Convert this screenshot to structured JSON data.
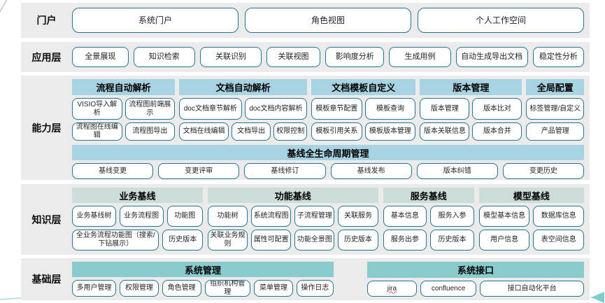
{
  "colors": {
    "band_bg": "#ebebeb",
    "capability_header_bg": "#a8d3e2",
    "knowledge_header_bg": "#ccdcd8",
    "foundation_header_bg": "#8accce",
    "node_border": "#2a7291",
    "arrow": "#7fcdd4"
  },
  "portal": {
    "label": "门户",
    "items": [
      "系统门户",
      "角色视图",
      "个人工作空间"
    ]
  },
  "application": {
    "label": "应用层",
    "items": [
      "全景展现",
      "知识检索",
      "关联识别",
      "关联视图",
      "影响度分析",
      "生成用例",
      "自动生成导出文档",
      "稳定性分析"
    ]
  },
  "capability": {
    "label": "能力层",
    "groups": [
      {
        "title": "流程自动解析",
        "row1": [
          "VISIO导入解析",
          "流程图前端展示"
        ],
        "row2": [
          "流程图在线编辑",
          "流程图导出"
        ]
      },
      {
        "title": "文档自动解析",
        "row1": [
          "doc文档章节解析",
          "doc文档内容解析"
        ],
        "row2": [
          "文档在线编辑",
          "文档导出",
          "权限控制"
        ]
      },
      {
        "title": "文档模板自定义",
        "row1": [
          "模板章节配置",
          "模板查询"
        ],
        "row2": [
          "模板引用关系",
          "模板版本管理"
        ]
      },
      {
        "title": "版本管理",
        "row1": [
          "版本管理",
          "版本比对"
        ],
        "row2": [
          "版本关联信息",
          "版本合并"
        ]
      },
      {
        "title": "全局配置",
        "row1": [
          "标签管理/自定义"
        ],
        "row2": [
          "产品管理"
        ]
      }
    ],
    "baseline": {
      "title": "基线全生命周期管理",
      "items": [
        "基线变更",
        "变更评审",
        "基线修订",
        "基线发布",
        "版本纠错",
        "变更历史"
      ]
    }
  },
  "knowledge": {
    "label": "知识层",
    "groups": [
      {
        "title": "业务基线",
        "row1": [
          "业务基线树",
          "业务流程图",
          "功能图"
        ],
        "row2": [
          "全业务流程功能图（搜索/下钻展示）",
          "历史版本"
        ]
      },
      {
        "title": "功能基线",
        "row1": [
          "功能树",
          "系统流程图",
          "子流程管理",
          "关联服务"
        ],
        "row2": [
          "关联业务规则",
          "属性可配置",
          "功能全景图",
          "历史版本"
        ]
      },
      {
        "title": "服务基线",
        "row1": [
          "基本信息",
          "服务入参"
        ],
        "row2": [
          "服务出参",
          "历史版本"
        ]
      },
      {
        "title": "模型基线",
        "row1": [
          "模型基本信息",
          "数据库信息"
        ],
        "row2": [
          "用户信息",
          "表空间信息"
        ]
      }
    ]
  },
  "foundation": {
    "label": "基础层",
    "groups": [
      {
        "title": "系统管理",
        "items": [
          "多用户管理",
          "权限管理",
          "角色管理",
          "组织机构管理",
          "菜单管理",
          "操作日志"
        ]
      },
      {
        "title": "系统接口",
        "items": [
          "jira",
          "confluence",
          "接口自动化平台"
        ]
      }
    ]
  }
}
